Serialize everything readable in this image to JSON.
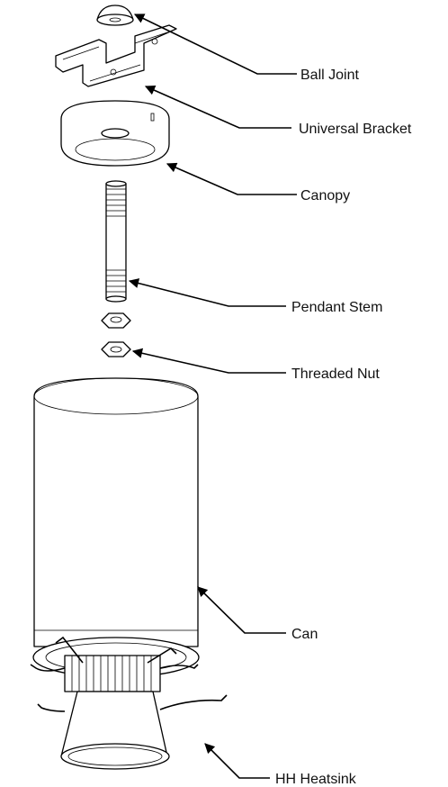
{
  "labels": {
    "ball_joint": "Ball Joint",
    "universal_bracket": "Universal Bracket",
    "canopy": "Canopy",
    "pendant_stem": "Pendant Stem",
    "threaded_nut": "Threaded Nut",
    "can": "Can",
    "hh_heatsink": "HH Heatsink"
  }
}
